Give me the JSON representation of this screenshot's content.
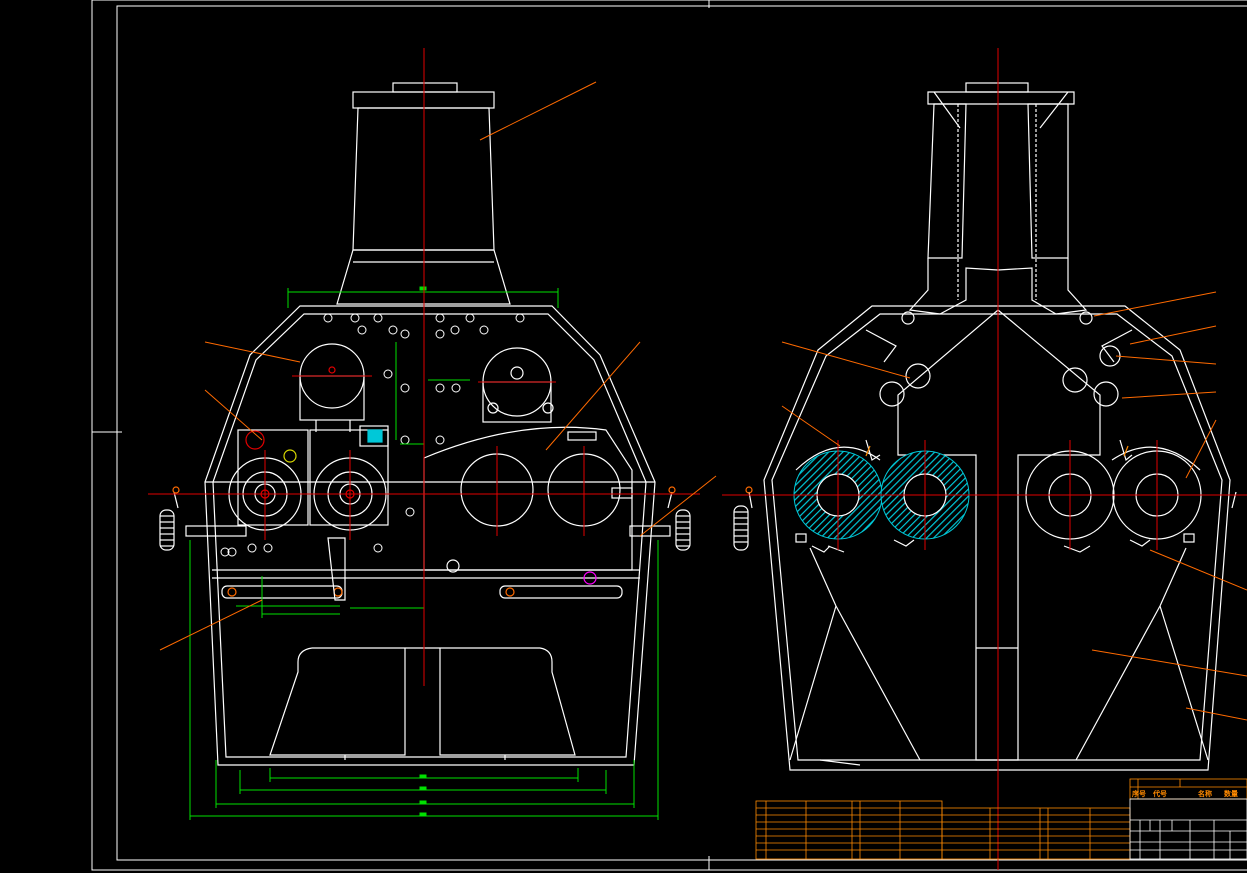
{
  "drawing": {
    "colors": {
      "background": "#000000",
      "outline": "#ffffff",
      "centerline": "#e00000",
      "dimension": "#00e000",
      "leader": "#ff6a00",
      "hatch": "#00c8d8",
      "titleblock": "#ff8a00"
    },
    "views": [
      "front-view",
      "section-view"
    ]
  },
  "title_block": {
    "header_labels": [
      "序号",
      "代号",
      "名称",
      "数量"
    ]
  }
}
